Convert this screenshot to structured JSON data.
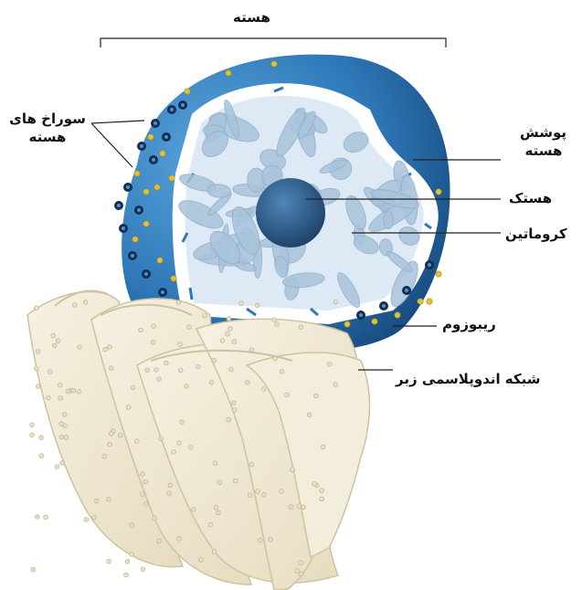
{
  "diagram": {
    "labels": {
      "nucleus": "هسته",
      "nuclear_pores_line1": "سوراخ های",
      "nuclear_pores_line2": "هسته",
      "nuclear_envelope_line1": "پوشش",
      "nuclear_envelope_line2": "هسته",
      "nucleolus": "هستک",
      "chromatin": "کروماتین",
      "ribosome": "ریبوزوم",
      "rough_er": "شبکه اندوپلاسمی زبر"
    },
    "colors": {
      "nucleus_dark": "#1d5f9a",
      "nucleus_light": "#4a95cf",
      "pore": "#0e2f56",
      "ribosome": "#e0c23a",
      "chromatin": "#a9c4db",
      "nucleoplasm": "#e3eef7",
      "nucleolus": "#244f7c",
      "er_fill": "#efe8d3",
      "er_edge": "#cfc2a0"
    }
  }
}
